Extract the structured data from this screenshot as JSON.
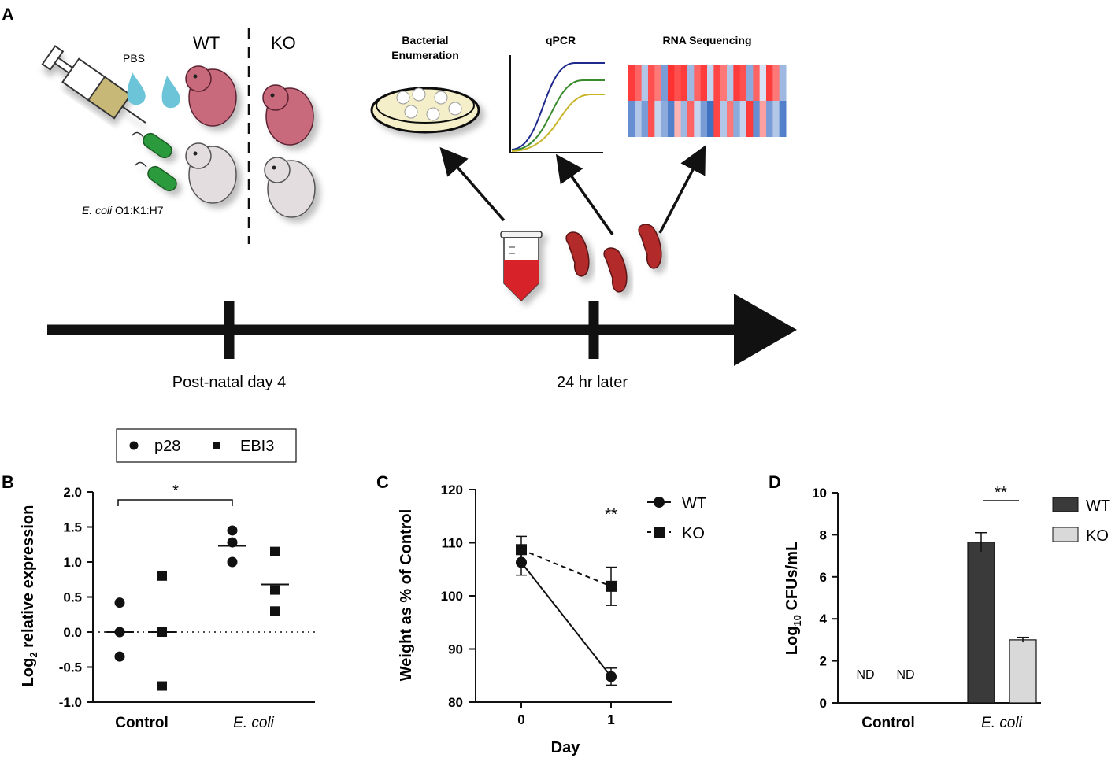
{
  "panel_a": {
    "letter": "A",
    "group_wt": "WT",
    "group_ko": "KO",
    "pbs_label": "PBS",
    "ecoli_italic": "E. coli",
    "ecoli_strain": " O1:K1:H7",
    "assay_bacterial_line1": "Bacterial",
    "assay_bacterial_line2": "Enumeration",
    "assay_qpcr": "qPCR",
    "assay_rnaseq": "RNA Sequencing",
    "timeline_label_1": "Post-natal day 4",
    "timeline_label_2": "24 hr later",
    "colors": {
      "pup_wt": "#c96b7c",
      "pup_ko_white": "#e4dde0",
      "blood": "#d8222a",
      "spleen": "#b32a2a",
      "bacteria": "#2a9a3c",
      "pbs_drop": "#6cc4d8",
      "plate": "#f4efc8",
      "qpcr_curves": [
        "#1f2a8c",
        "#3a8a2e",
        "#c9b52a"
      ],
      "heat_red": "#d0212a",
      "heat_blue": "#3d6fb6"
    },
    "heatmap": {
      "row1": [
        0.9,
        0.7,
        -0.3,
        0.8,
        0.6,
        -0.6,
        0.95,
        0.8,
        0.9,
        -0.4,
        0.7,
        0.9,
        -0.2,
        0.85,
        0.6,
        -0.3,
        0.9,
        0.8,
        -0.5,
        0.7,
        -0.1,
        0.9,
        0.6,
        -0.4
      ],
      "row2": [
        -0.7,
        -0.3,
        -0.6,
        0.8,
        -0.2,
        -0.5,
        -0.8,
        0.3,
        -0.4,
        0.7,
        -0.2,
        -0.6,
        -0.9,
        0.85,
        -0.3,
        0.6,
        -0.5,
        -0.2,
        0.9,
        -0.7,
        0.4,
        -0.6,
        -0.3,
        -0.8
      ]
    }
  },
  "panel_b": {
    "letter": "B",
    "legend_p28": "p28",
    "legend_ebi3": "EBI3",
    "significance": "*",
    "chart_data": {
      "type": "scatter",
      "ylabel_prefix": "Log",
      "ylabel_sub": "2",
      "ylabel_suffix": " relative expression",
      "categories": [
        "Control",
        "E. coli"
      ],
      "ylim": [
        -1.0,
        2.0
      ],
      "yticks": [
        "2.0",
        "1.5",
        "1.0",
        "0.5",
        "0.0",
        "-0.5",
        "-1.0"
      ],
      "ytick_values": [
        2.0,
        1.5,
        1.0,
        0.5,
        0.0,
        -0.5,
        -1.0
      ],
      "reference_line": 0.0,
      "series": [
        {
          "name": "p28",
          "marker": "circle",
          "points": [
            {
              "category": "Control",
              "values": [
                0.42,
                0.0,
                -0.35
              ],
              "mean": 0.0
            },
            {
              "category": "E. coli",
              "values": [
                1.45,
                1.28,
                1.0
              ],
              "mean": 1.23
            }
          ]
        },
        {
          "name": "EBI3",
          "marker": "square",
          "points": [
            {
              "category": "Control",
              "values": [
                0.8,
                0.0,
                -0.77
              ],
              "mean": 0.0
            },
            {
              "category": "E. coli",
              "values": [
                1.15,
                0.6,
                0.3
              ],
              "mean": 0.68
            }
          ]
        }
      ]
    }
  },
  "panel_c": {
    "letter": "C",
    "significance": "**",
    "chart_data": {
      "type": "line",
      "ylabel": "Weight as % of Control",
      "xlabel": "Day",
      "x": [
        0,
        1
      ],
      "xticks": [
        "0",
        "1"
      ],
      "ylim": [
        80,
        120
      ],
      "yticks": [
        "120",
        "110",
        "100",
        "90",
        "80"
      ],
      "ytick_values": [
        120,
        110,
        100,
        90,
        80
      ],
      "series": [
        {
          "name": "WT",
          "marker": "circle",
          "style": "solid",
          "values": [
            106.3,
            84.8
          ],
          "errors": [
            2.4,
            1.6
          ]
        },
        {
          "name": "KO",
          "marker": "square",
          "style": "dashed",
          "values": [
            108.7,
            101.8
          ],
          "errors": [
            2.5,
            3.6
          ]
        }
      ]
    }
  },
  "panel_d": {
    "letter": "D",
    "significance": "**",
    "nd_label": "ND",
    "chart_data": {
      "type": "bar",
      "ylabel_prefix": "Log",
      "ylabel_sub": "10",
      "ylabel_suffix": " CFUs/mL",
      "categories": [
        "Control",
        "E. coli"
      ],
      "ylim": [
        0,
        10
      ],
      "yticks": [
        "10",
        "8",
        "6",
        "4",
        "2",
        "0"
      ],
      "ytick_values": [
        10,
        8,
        6,
        4,
        2,
        0
      ],
      "series": [
        {
          "name": "WT",
          "color": "#3a3a3a",
          "values": [
            null,
            7.65
          ],
          "errors": [
            null,
            0.45
          ]
        },
        {
          "name": "KO",
          "color": "#d9d9d9",
          "values": [
            null,
            3.0
          ],
          "errors": [
            null,
            0.12
          ]
        }
      ]
    }
  }
}
